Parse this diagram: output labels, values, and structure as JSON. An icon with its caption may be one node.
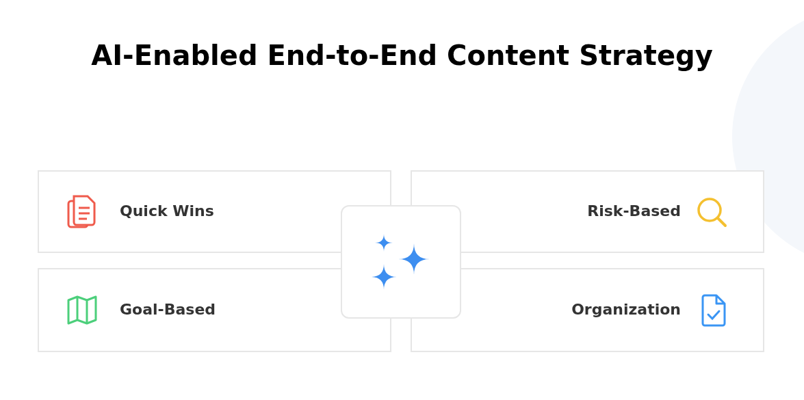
{
  "diagram": {
    "title": "AI-Enabled End-to-End Content Strategy",
    "nodes": [
      {
        "text": [
          "Quick Wins"
        ]
      },
      {
        "text": [
          "Risk-Based"
        ]
      },
      {
        "text": [
          "Goal-Based"
        ]
      },
      {
        "text": [
          "Organization"
        ]
      },
      {
        "text": [],
        "shape": "box"
      }
    ]
  }
}
